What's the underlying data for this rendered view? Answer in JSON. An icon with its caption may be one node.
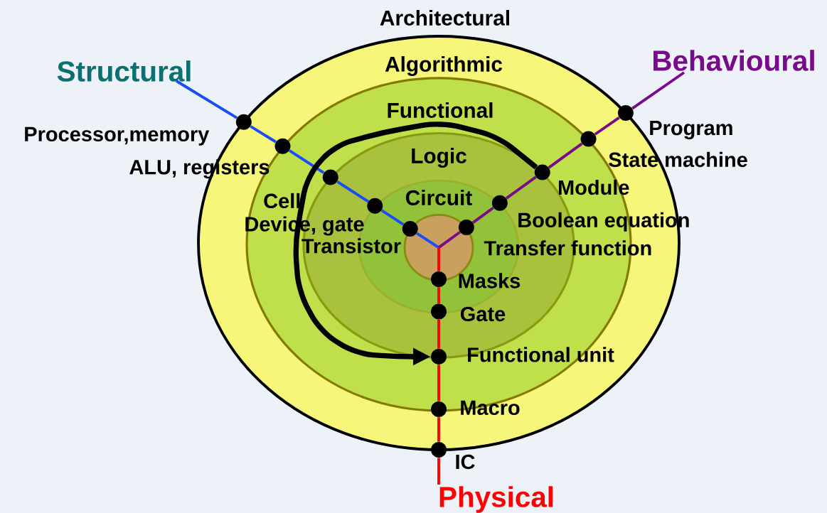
{
  "diagram": {
    "nodes": [
      {
        "text": [
          "Architectural"
        ]
      },
      {
        "text": [
          "Algorithmic"
        ],
        "in": 0
      },
      {
        "text": [
          "Functional"
        ],
        "in": 1
      },
      {
        "text": [
          "Logic"
        ],
        "in": 2
      },
      {
        "text": [
          "Circuit"
        ],
        "in": 3
      },
      {
        "text": [
          "Structural"
        ]
      },
      {
        "text": [
          "Behavioural"
        ]
      },
      {
        "text": [
          "Physical"
        ]
      },
      {
        "text": [],
        "shape": "circle",
        "beside": [
          "Processor,memory"
        ]
      },
      {
        "text": [],
        "shape": "circle",
        "beside": [
          "ALU, registers"
        ],
        "in": 0
      },
      {
        "text": [],
        "shape": "circle",
        "beside": [
          "Cell"
        ],
        "in": 1
      },
      {
        "text": [],
        "shape": "circle",
        "beside": [
          "Device, gate"
        ],
        "in": 2
      },
      {
        "text": [],
        "shape": "circle",
        "beside": [
          "Transistor"
        ],
        "in": 3
      },
      {
        "text": [],
        "shape": "circle",
        "beside": [
          "Program"
        ]
      },
      {
        "text": [],
        "shape": "circle",
        "beside": [
          "State machine"
        ],
        "in": 0
      },
      {
        "text": [],
        "shape": "circle",
        "beside": [
          "Module"
        ],
        "in": 1
      },
      {
        "text": [],
        "shape": "circle",
        "beside": [
          "Boolean equation"
        ],
        "in": 2
      },
      {
        "text": [],
        "shape": "circle",
        "beside": [
          "Transfer function"
        ],
        "in": 3
      },
      {
        "text": [],
        "shape": "circle",
        "beside": [
          "Masks"
        ],
        "in": 3
      },
      {
        "text": [],
        "shape": "circle",
        "beside": [
          "Gate"
        ],
        "in": 2
      },
      {
        "text": [],
        "shape": "circle",
        "beside": [
          "Functional unit"
        ],
        "in": 1
      },
      {
        "text": [],
        "shape": "circle",
        "beside": [
          "Macro"
        ],
        "in": 0
      },
      {
        "text": [],
        "shape": "circle",
        "beside": [
          "IC"
        ]
      }
    ],
    "edges": [
      {
        "from": 4,
        "to": 12,
        "arrow": "none",
        "color": "#1a4cff"
      },
      {
        "from": 12,
        "to": 11,
        "arrow": "none",
        "color": "#1a4cff"
      },
      {
        "from": 11,
        "to": 10,
        "arrow": "none",
        "color": "#1a4cff"
      },
      {
        "from": 10,
        "to": 9,
        "arrow": "none",
        "color": "#1a4cff"
      },
      {
        "from": 9,
        "to": 8,
        "arrow": "none",
        "color": "#1a4cff"
      },
      {
        "from": 8,
        "to": 5,
        "arrow": "none",
        "color": "#1a4cff"
      },
      {
        "from": 4,
        "to": 17,
        "arrow": "none",
        "color": "#7a0a8c"
      },
      {
        "from": 17,
        "to": 16,
        "arrow": "none",
        "color": "#7a0a8c"
      },
      {
        "from": 16,
        "to": 15,
        "arrow": "none",
        "color": "#7a0a8c"
      },
      {
        "from": 15,
        "to": 14,
        "arrow": "none",
        "color": "#7a0a8c"
      },
      {
        "from": 14,
        "to": 13,
        "arrow": "none",
        "color": "#7a0a8c"
      },
      {
        "from": 13,
        "to": 6,
        "arrow": "none",
        "color": "#7a0a8c"
      },
      {
        "from": 4,
        "to": 18,
        "arrow": "none",
        "color": "#ff0000"
      },
      {
        "from": 18,
        "to": 19,
        "arrow": "none",
        "color": "#ff0000"
      },
      {
        "from": 19,
        "to": 20,
        "arrow": "none",
        "color": "#ff0000"
      },
      {
        "from": 20,
        "to": 21,
        "arrow": "none",
        "color": "#ff0000"
      },
      {
        "from": 21,
        "to": 22,
        "arrow": "none",
        "color": "#ff0000"
      },
      {
        "from": 22,
        "to": 7,
        "arrow": "none",
        "color": "#ff0000"
      },
      {
        "from": 15,
        "to": 20,
        "arrow": "to",
        "style": "thick",
        "color": "#000000"
      }
    ]
  }
}
